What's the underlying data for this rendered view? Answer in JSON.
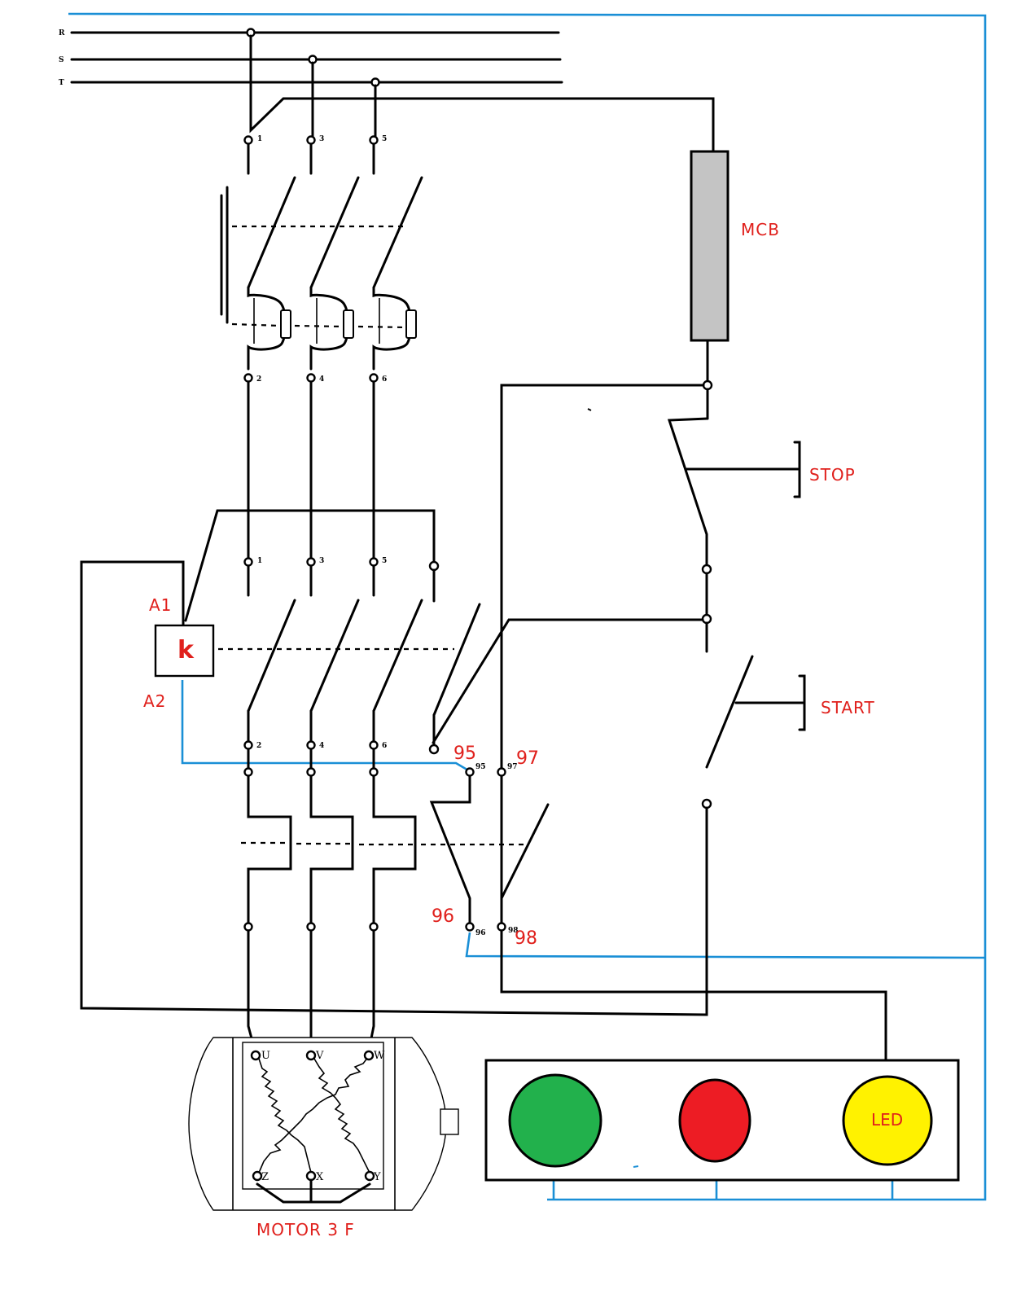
{
  "phases": {
    "r": "R",
    "s": "S",
    "t": "T"
  },
  "terminals": {
    "mccb_in": [
      "1",
      "3",
      "5"
    ],
    "mccb_out": [
      "2",
      "4",
      "6"
    ],
    "contactor_in": [
      "1",
      "3",
      "5"
    ],
    "contactor_out": [
      "2",
      "4",
      "6"
    ],
    "overload_95": "95",
    "overload_97": "97",
    "overload_96": "96",
    "overload_98": "98"
  },
  "labels": {
    "mcb": "MCB",
    "stop": "STOP",
    "start": "START",
    "a1": "A1",
    "a2": "A2",
    "coil": "k",
    "aux_95": "95",
    "aux_97": "97",
    "aux_96": "96",
    "aux_98": "98",
    "motor": "MOTOR 3 F",
    "led": "LED"
  },
  "motor_terminals": {
    "u": "U",
    "v": "V",
    "w": "W",
    "z": "Z",
    "x": "X",
    "y": "Y"
  },
  "colors": {
    "wire": "#000000",
    "control_wire_blue": "#1a8fd6",
    "label_red": "#e0201c",
    "mcb_fill": "#c4c4c4",
    "lamp_green": "#22b14c",
    "lamp_red": "#ed1c24",
    "lamp_yellow": "#fff200"
  }
}
